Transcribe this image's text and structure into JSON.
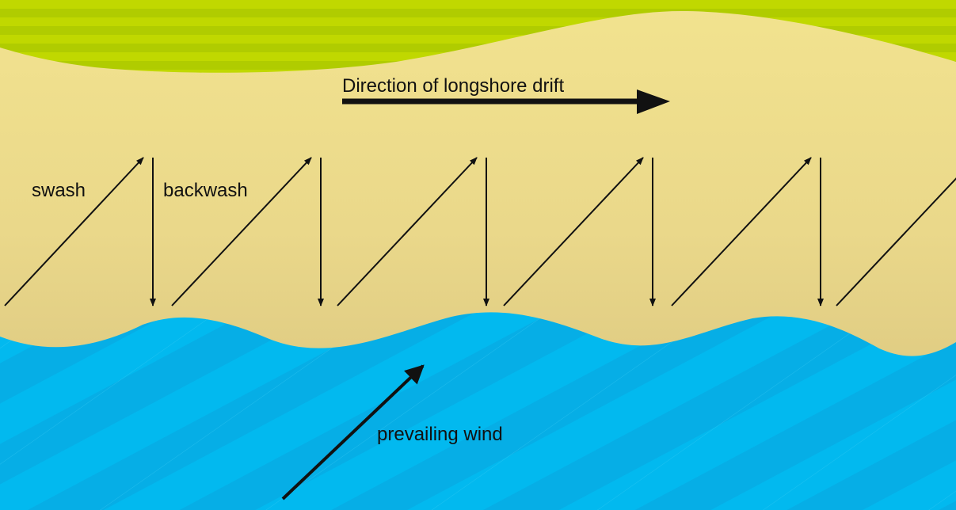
{
  "labels": {
    "drift": "Direction of longshore drift",
    "swash": "swash",
    "backwash": "backwash",
    "wind": "prevailing wind"
  },
  "colors": {
    "grass": "#bfd600",
    "grass_stripe": "#aac700",
    "sand_light": "#f2e28f",
    "sand_dark": "#d7c37e",
    "sea": "#00b8ee",
    "sea_stripe": "#05a9e4",
    "arrow": "#111111"
  }
}
